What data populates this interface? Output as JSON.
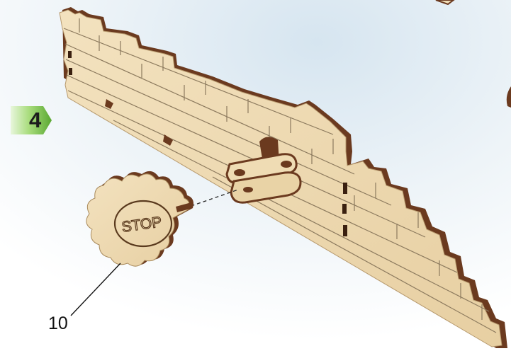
{
  "step": {
    "number": "4",
    "badge_color": "#76c043"
  },
  "stop_piece": {
    "text": "STOP"
  },
  "part_callout": {
    "label": "10"
  },
  "colors": {
    "plywood_face": "#efdcb4",
    "plywood_edge": "#6b3a1f",
    "background_tint": "#dbe7f0",
    "brick_line": "#8c7a5e"
  }
}
